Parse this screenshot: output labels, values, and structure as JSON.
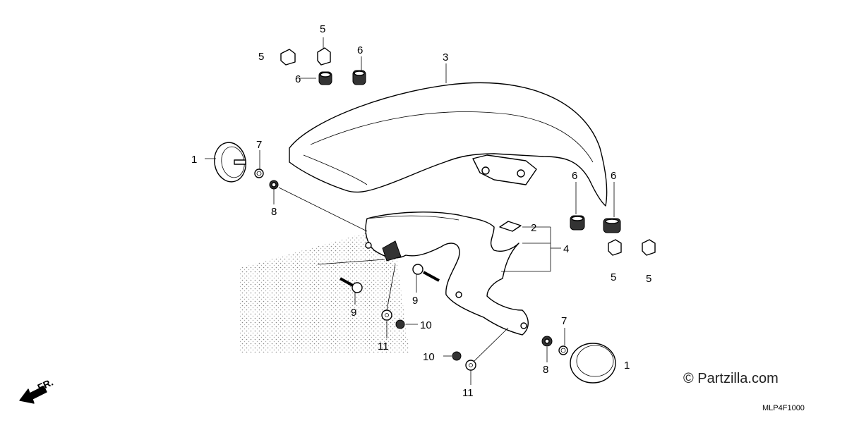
{
  "diagram": {
    "callouts": [
      {
        "id": "c1a",
        "text": "1"
      },
      {
        "id": "c1b",
        "text": "1"
      },
      {
        "id": "c2",
        "text": "2"
      },
      {
        "id": "c3",
        "text": "3"
      },
      {
        "id": "c4",
        "text": "4"
      },
      {
        "id": "c5a",
        "text": "5"
      },
      {
        "id": "c5b",
        "text": "5"
      },
      {
        "id": "c5c",
        "text": "5"
      },
      {
        "id": "c5d",
        "text": "5"
      },
      {
        "id": "c6a",
        "text": "6"
      },
      {
        "id": "c6b",
        "text": "6"
      },
      {
        "id": "c6c",
        "text": "6"
      },
      {
        "id": "c6d",
        "text": "6"
      },
      {
        "id": "c7a",
        "text": "7"
      },
      {
        "id": "c7b",
        "text": "7"
      },
      {
        "id": "c8a",
        "text": "8"
      },
      {
        "id": "c8b",
        "text": "8"
      },
      {
        "id": "c9a",
        "text": "9"
      },
      {
        "id": "c9b",
        "text": "9"
      },
      {
        "id": "c10a",
        "text": "10"
      },
      {
        "id": "c10b",
        "text": "10"
      },
      {
        "id": "c11a",
        "text": "11"
      },
      {
        "id": "c11b",
        "text": "11"
      }
    ],
    "copyright": "© Partzilla.com",
    "diagram_code": "MLP4F1000",
    "direction_label": "FR."
  }
}
